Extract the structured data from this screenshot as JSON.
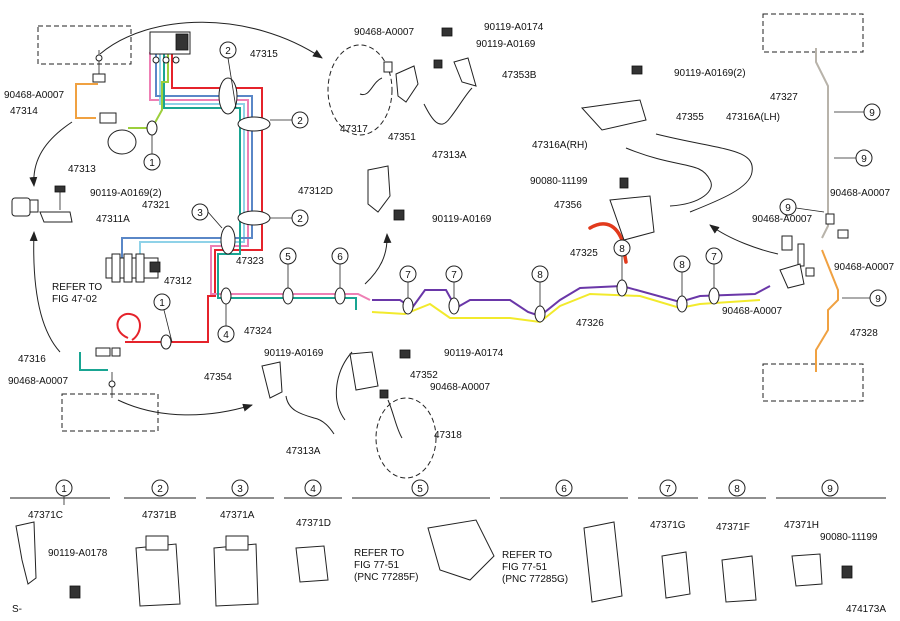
{
  "colors": {
    "red": "#e5232b",
    "pink": "#ee7fb4",
    "teal": "#19a592",
    "blue": "#5a87c7",
    "lightblue": "#8fd2e8",
    "purple": "#6a37a8",
    "yellow": "#f2ea2c",
    "gray": "#b8b3aa",
    "orange": "#f0a141",
    "lime": "#9ccf3c",
    "highlight": "#e23a1c"
  },
  "icons": [
    "bolt-icon",
    "clip-icon",
    "bracket-icon",
    "connector-icon",
    "brake-hose-icon",
    "clamp-icon",
    "callout-circle-icon"
  ],
  "labels": {
    "p47315": "47315",
    "p47314": "47314",
    "a90468_tl": "90468-A0007",
    "p47313": "47313",
    "a90119_0169_2_l": "90119-A0169(2)",
    "p47311A": "47311A",
    "p47321": "47321",
    "p47312": "47312",
    "refer1": "REFER TO",
    "refer2": "FIG 47-02",
    "p47316": "47316",
    "a90468_l": "90468-A0007",
    "p47323": "47323",
    "p47324": "47324",
    "a90468_top": "90468-A0007",
    "a90119_0174_top": "90119-A0174",
    "a90119_0169_top": "90119-A0169",
    "p47353B": "47353B",
    "p47317": "47317",
    "p47351": "47351",
    "p47313A_top": "47313A",
    "p47312D": "47312D",
    "a90119_0169_mid": "90119-A0169",
    "a90119_0169_2_r": "90119-A0169(2)",
    "p47355": "47355",
    "p47316A_LH": "47316A(LH)",
    "p47316A_RH": "47316A(RH)",
    "a90080": "90080-11199",
    "p47356": "47356",
    "p47325": "47325",
    "p47326": "47326",
    "p47327": "47327",
    "a90468_r1": "90468-A0007",
    "a90468_r2": "90468-A0007",
    "a90468_r3": "90468-A0007",
    "a90468_r4": "90468-A0007",
    "p47328": "47328",
    "p47354": "47354",
    "a90119_0169_bot": "90119-A0169",
    "p47313A_bot": "47313A",
    "p47352": "47352",
    "a90119_0174_bot": "90119-A0174",
    "a90468_bot": "90468-A0007",
    "p47318": "47318",
    "footer_left": "S-",
    "footer_right": "474173A"
  },
  "callouts": {
    "c1": "1",
    "c2": "2",
    "c3": "3",
    "c4": "4",
    "c5": "5",
    "c6": "6",
    "c7": "7",
    "c8": "8",
    "c9": "9"
  },
  "legend": {
    "g1": {
      "num": "1",
      "part": "47371C",
      "bolt": "90119-A0178"
    },
    "g2": {
      "num": "2",
      "part": "47371B"
    },
    "g3": {
      "num": "3",
      "part": "47371A"
    },
    "g4": {
      "num": "4",
      "part": "47371D"
    },
    "g5": {
      "num": "5",
      "ref1": "REFER TO",
      "ref2": "FIG 77-51",
      "ref3": "(PNC 77285F)"
    },
    "g6": {
      "num": "6",
      "ref1": "REFER TO",
      "ref2": "FIG 77-51",
      "ref3": "(PNC 77285G)"
    },
    "g7": {
      "num": "7",
      "part": "47371G"
    },
    "g8": {
      "num": "8",
      "part": "47371F"
    },
    "g9": {
      "num": "9",
      "part": "47371H",
      "bolt": "90080-11199"
    }
  }
}
